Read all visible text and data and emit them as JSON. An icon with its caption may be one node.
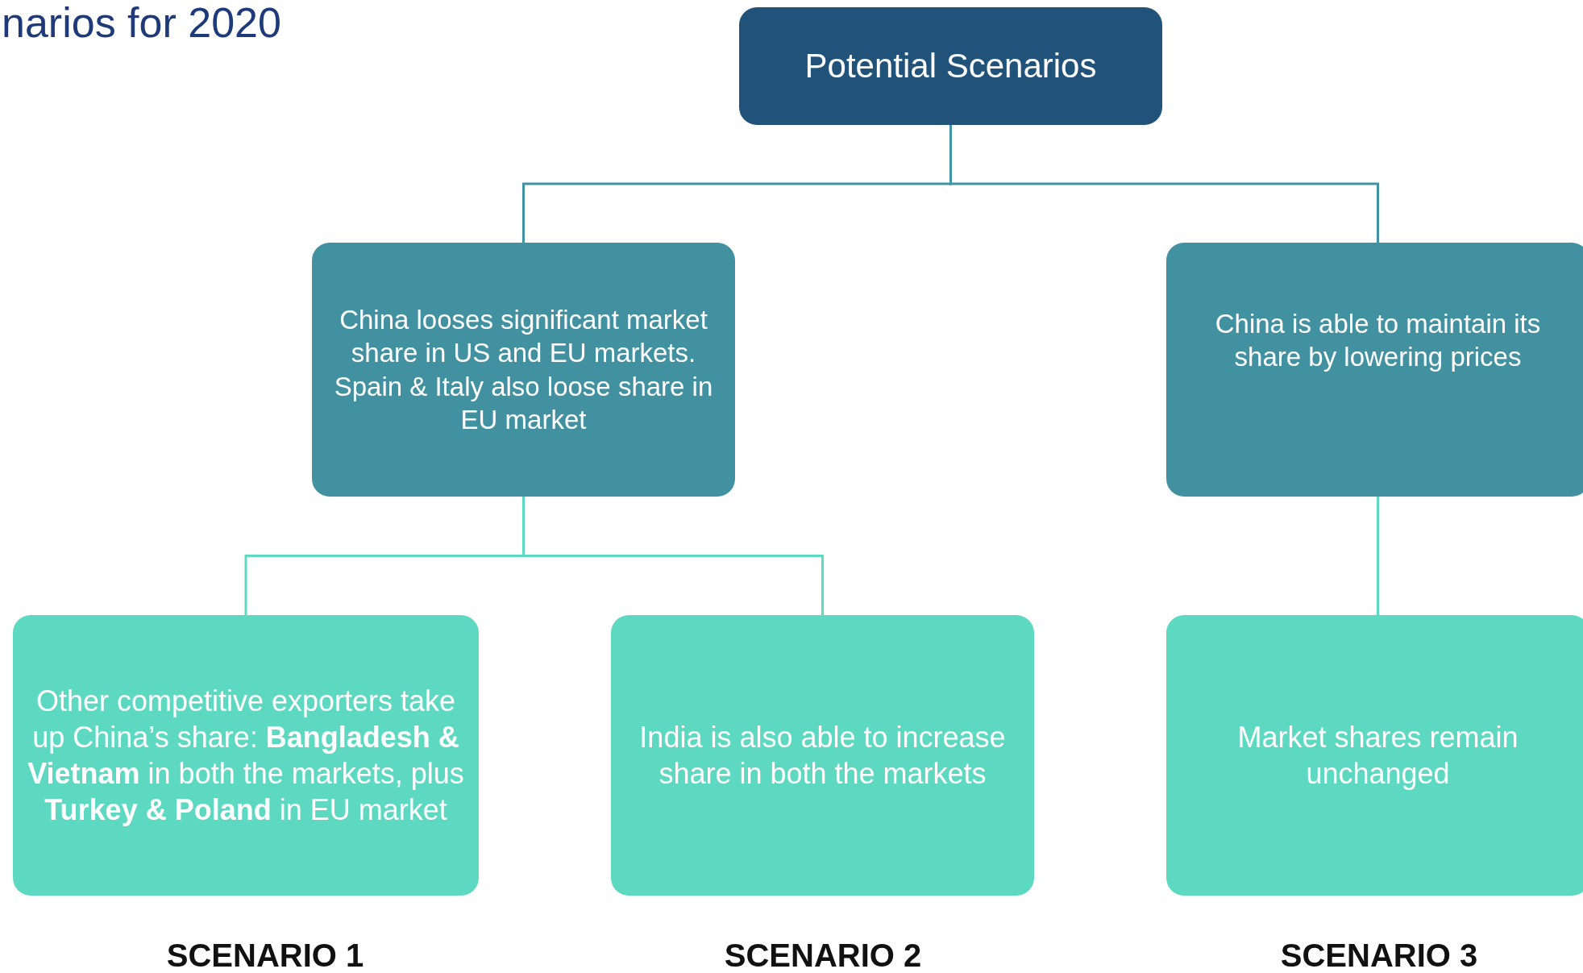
{
  "diagram": {
    "title": "narios for 2020",
    "nodes": [
      {
        "text": [
          "Potential Scenarios"
        ]
      },
      {
        "text": [
          "China looses significant market share in US and EU markets. Spain & Italy also loose share in EU market"
        ]
      },
      {
        "text": [
          "China is able to maintain its share by lowering prices"
        ]
      },
      {
        "text": [
          "Other competitive exporters take up China’s share:  **Bangladesh & Vietnam** in both the markets, plus **Turkey & Poland** in EU market"
        ]
      },
      {
        "text": [
          "India is also able to increase share in both the markets"
        ]
      },
      {
        "text": [
          "Market shares remain unchanged"
        ]
      }
    ],
    "edges": [
      {
        "from": 0,
        "to": 1,
        "arrow": "none",
        "color": "#3f93a3"
      },
      {
        "from": 0,
        "to": 2,
        "arrow": "none",
        "color": "#3f93a3"
      },
      {
        "from": 1,
        "to": 3,
        "arrow": "none"
      },
      {
        "from": 1,
        "to": 4,
        "arrow": "none"
      },
      {
        "from": 2,
        "to": 5,
        "arrow": "none"
      }
    ],
    "labels": [
      "SCENARIO 1",
      "SCENARIO 2",
      "SCENARIO 3"
    ]
  }
}
